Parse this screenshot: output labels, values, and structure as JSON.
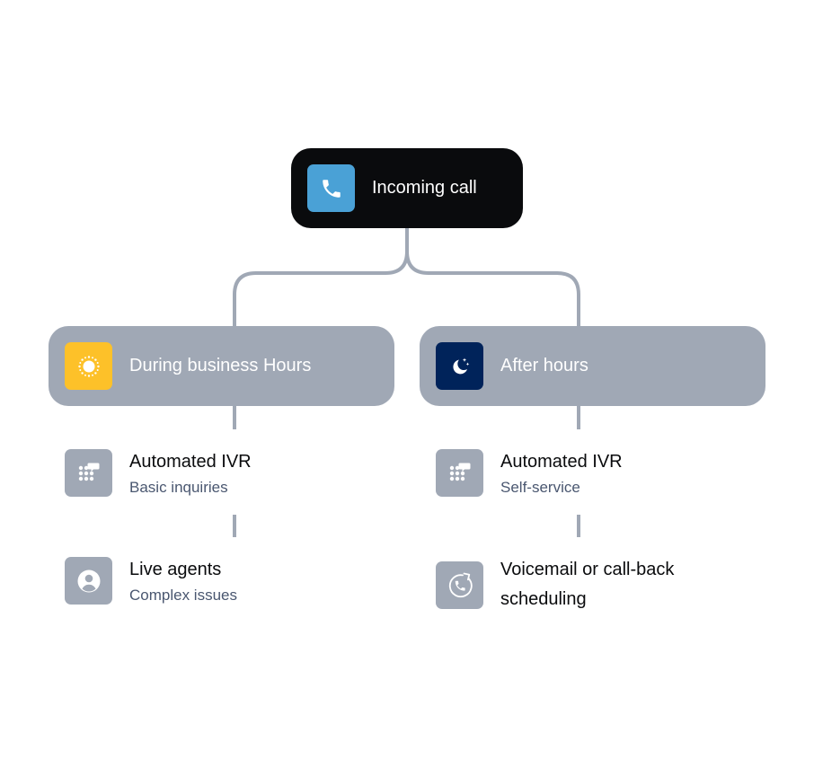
{
  "colors": {
    "root_bg": "#0a0b0d",
    "root_icon_bg": "#4aa1d6",
    "branch_bg": "#a0a8b5",
    "sun_icon_bg": "#fdc129",
    "moon_icon_bg": "#00235a",
    "connector": "#a0a8b5",
    "leaf_icon_bg": "#a0a8b5",
    "subtitle": "#4a5770"
  },
  "root": {
    "label": "Incoming call",
    "icon": "phone-icon"
  },
  "branches": [
    {
      "label": "During business Hours",
      "icon": "sun-icon",
      "steps": [
        {
          "title": "Automated IVR",
          "subtitle": "Basic inquiries",
          "icon": "keypad-chat-icon"
        },
        {
          "title": "Live agents",
          "subtitle": "Complex issues",
          "icon": "user-circle-icon"
        }
      ]
    },
    {
      "label": "After hours",
      "icon": "moon-stars-icon",
      "steps": [
        {
          "title": "Automated IVR",
          "subtitle": "Self-service",
          "icon": "keypad-chat-icon"
        },
        {
          "title_lines": [
            "Voicemail or call-back",
            "scheduling"
          ],
          "icon": "phone-callback-icon"
        }
      ]
    }
  ]
}
